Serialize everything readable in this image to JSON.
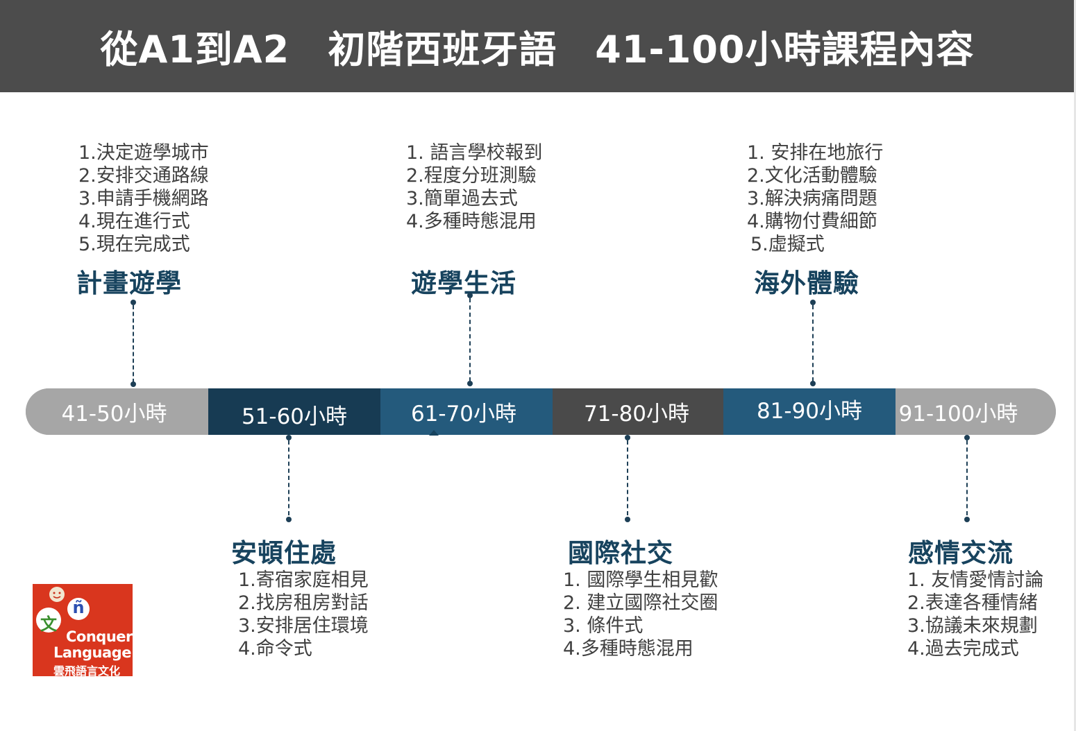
{
  "header": {
    "title": "從A1到A2　初階西班牙語　41-100小時課程內容"
  },
  "timeline": [
    {
      "label": "41-50小時",
      "color": "#a6a6a6"
    },
    {
      "label": "51-60小時",
      "color": "#173b53"
    },
    {
      "label": "61-70小時",
      "color": "#245a7c"
    },
    {
      "label": "71-80小時",
      "color": "#4a4a4a"
    },
    {
      "label": "81-90小時",
      "color": "#245a7c"
    },
    {
      "label": "91-100小時",
      "color": "#a6a6a6"
    }
  ],
  "topics": [
    {
      "title": "計畫遊學",
      "items": [
        "1.決定遊學城市",
        "2.安排交通路線",
        "3.申請手機網路",
        "4.現在進行式",
        "5.現在完成式"
      ]
    },
    {
      "title": "安頓住處",
      "items": [
        "1.寄宿家庭相見",
        "2.找房租房對話",
        "3.安排居住環境",
        "4.命令式"
      ]
    },
    {
      "title": "遊學生活",
      "items": [
        "1. 語言學校報到",
        "2.程度分班測驗",
        "3.簡單過去式",
        "4.多種時態混用"
      ]
    },
    {
      "title": "國際社交",
      "items": [
        "1. 國際學生相見歡",
        "2. 建立國際社交圈",
        "3. 條件式",
        "4.多種時態混用"
      ]
    },
    {
      "title": "海外體驗",
      "items": [
        "1. 安排在地旅行",
        "2.文化活動體驗",
        "3.解決病痛問題",
        "4.購物付費細節",
        "5.虛擬式"
      ]
    },
    {
      "title": "感情交流",
      "items": [
        "1. 友情愛情討論",
        "2.表達各種情緒",
        "3.協議未來規劃",
        "4.過去完成式"
      ]
    }
  ],
  "logo": {
    "line1": "Conquer",
    "line2": "Language",
    "line3": "雲飛語言文化",
    "glyph_wen": "文",
    "glyph_n": "ñ",
    "brand_color": "#d9361e"
  },
  "colors": {
    "accent": "#17435e",
    "header_bg": "#4c4c4c"
  }
}
